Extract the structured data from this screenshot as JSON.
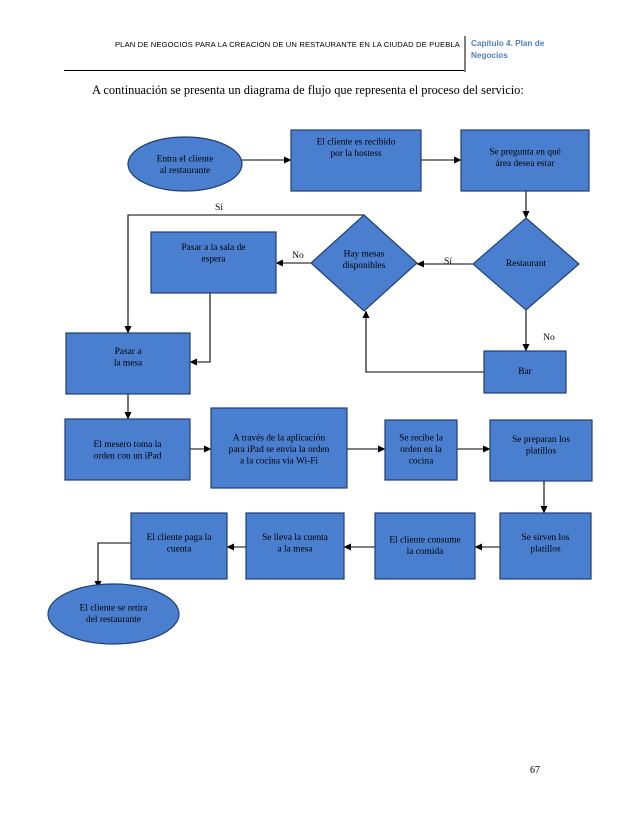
{
  "header": {
    "left": "PLAN DE NEGOCIOS PARA LA CREACIÓN DE UN RESTAURANTE EN LA CIUDAD DE PUEBLA",
    "chapter_line1": "Capítulo 4. Plan de",
    "chapter_line2": "Negocios"
  },
  "intro": "A continuación se presenta un diagrama de flujo que representa el proceso del servicio:",
  "colors": {
    "fill": "#4a7fd0",
    "stroke": "#1f3f74",
    "line": "#000000"
  },
  "nodes": {
    "entra": [
      "Entra el cliente",
      "al restaurante"
    ],
    "recibido": [
      "El cliente es recibido",
      "por la hostess"
    ],
    "pregunta": [
      "Se pregunta en qué",
      "área desea estar"
    ],
    "restaurant": [
      "Restaurant"
    ],
    "hay_mesas": [
      "Hay mesas",
      "disponibles"
    ],
    "sala_espera": [
      "Pasar a la sala de",
      "espera"
    ],
    "pasar_mesa": [
      "Pasar a",
      "la mesa"
    ],
    "bar": [
      "Bar"
    ],
    "mesero": [
      "El mesero toma la",
      "orden con un iPad"
    ],
    "aplicacion": [
      "A través de la aplicación",
      "para iPad se envía la orden",
      "a la cocina vía Wi-Fi"
    ],
    "recibe_orden": [
      "Se recibe la",
      "orden en la",
      "cocina"
    ],
    "preparan": [
      "Se preparan los",
      "platillos"
    ],
    "sirven": [
      "Se sirven los",
      "platillos"
    ],
    "consume": [
      "El cliente consume",
      "la comida"
    ],
    "lleva_cuenta": [
      "Se lleva la cuenta",
      "a la mesa"
    ],
    "paga": [
      "El cliente paga la",
      "cuenta"
    ],
    "retira": [
      "El cliente se retira",
      "del restaurante"
    ]
  },
  "edge_labels": {
    "si_top": "Sí",
    "no_left": "No",
    "si_mid": "Sí",
    "no_bar": "No"
  },
  "page_number": "67"
}
